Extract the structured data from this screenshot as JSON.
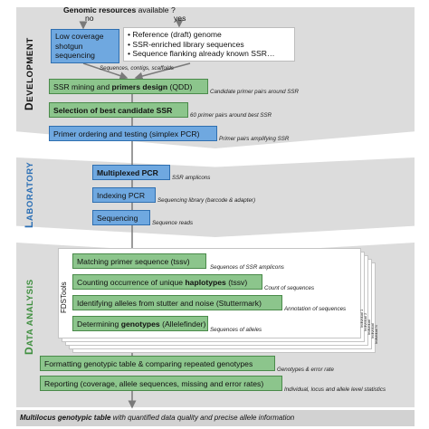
{
  "genomic": {
    "title": "Genomic resources",
    "title_suffix": " available ?",
    "no": "no",
    "yes": "yes",
    "low_coverage": [
      "Low coverage",
      "shotgun",
      "sequencing"
    ],
    "options": [
      "Reference (draft) genome",
      "SSR-enriched library sequences",
      "Sequence flanking already known SSR…"
    ],
    "sequences_note": "Sequences, contigs, scaffolds"
  },
  "sections": {
    "development": {
      "initial": "D",
      "rest": "EVELOPMENT"
    },
    "laboratory": {
      "initial": "L",
      "rest": "ABORATORY"
    },
    "analysis": {
      "initial": "D",
      "rest": "ATA ANALYSIS"
    }
  },
  "development": {
    "ssr_mining": {
      "pre": "SSR mining and ",
      "bold": "primers design",
      "post": " (QDD)"
    },
    "ssr_mining_note": "Candidate primer pairs around SSR",
    "selection": "Selection of best candidate SSR",
    "selection_note": "60 primer pairs around best SSR",
    "ordering": "Primer ordering and testing (simplex PCR)",
    "ordering_note": "Primer pairs amplifying SSR"
  },
  "laboratory": {
    "multiplexed": "Multiplexed PCR",
    "multiplexed_note": "SSR amplicons",
    "indexing": "Indexing PCR",
    "indexing_note": "Sequencing library (barcode & adapter)",
    "sequencing": "Sequencing",
    "sequencing_note": "Sequence reads"
  },
  "analysis": {
    "fdstools": "FDSTools",
    "matching": "Matching primer sequence (tssv)",
    "matching_note": "Sequences of SSR amplicons",
    "counting": {
      "pre": "Counting occurrence of unique ",
      "bold": "haplotypes",
      "post": " (tssv)"
    },
    "counting_note": "Count of sequences",
    "identifying": "Identifying alleles from stutter and noise (Stuttermark)",
    "identifying_note": "Annotation of sequences",
    "determining": {
      "pre": "Determining ",
      "bold": "genotypes",
      "post": " (Allelefinder)"
    },
    "determining_note": "Sequences of alleles",
    "individuals": [
      "Individual 1",
      "Individual 2",
      "Individual",
      "Individual",
      "Individual N"
    ],
    "formatting": "Formatting genotypic table & comparing repeated genotypes",
    "formatting_note": "Genotypes & error rate",
    "reporting": "Reporting (coverage, allele sequences, missing and error rates)",
    "reporting_note": "Individual, locus and allele level statistics"
  },
  "footer": {
    "bold": "Multilocus genotypic table",
    "rest": " with quantified data quality and precise allele information"
  },
  "colors": {
    "green": "#8cc58c",
    "blue": "#6fa8e0",
    "panel": "#dcdcdc",
    "arrow": "#7a7a7a"
  }
}
